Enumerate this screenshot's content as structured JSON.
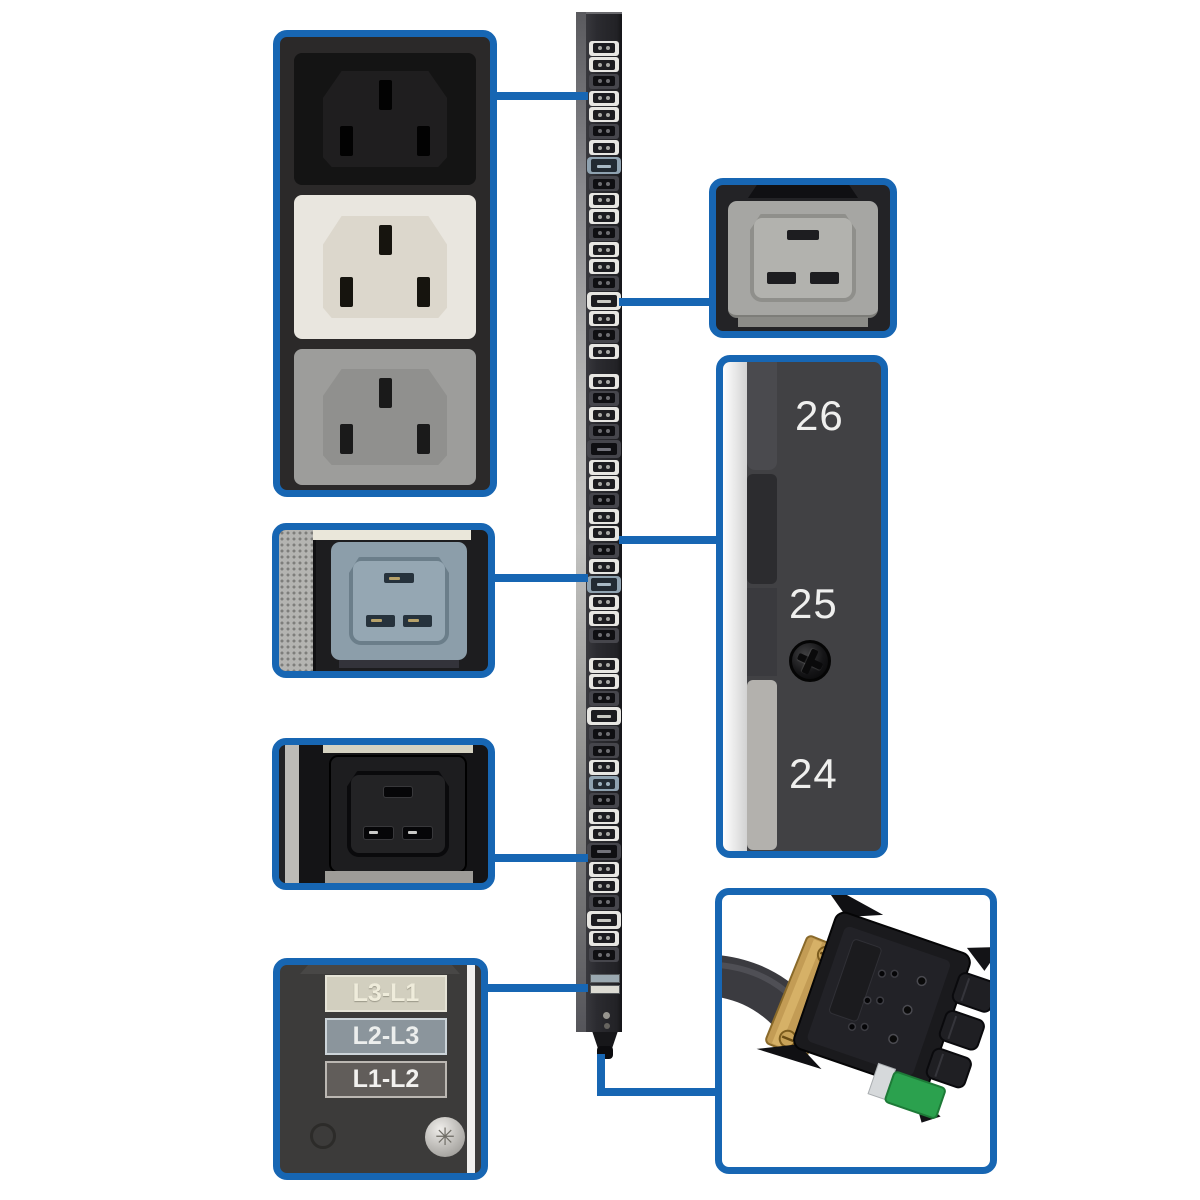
{
  "colors": {
    "callout_blue": "#1766b3",
    "strip_body": "#2b2b30",
    "green_fuse": "#2ba14e"
  },
  "breaker_panel": {
    "numbers": [
      "26",
      "25",
      "24"
    ]
  },
  "phase_panel": {
    "labels": [
      "L3-L1",
      "L2-L3",
      "L1-L2"
    ]
  },
  "strip": {
    "outlets": [
      "w13",
      "w13",
      "k13",
      "w13",
      "w13",
      "k13",
      "w13",
      "b19",
      "k13",
      "w13",
      "w13",
      "k13",
      "w13",
      "w13",
      "k13",
      "w19",
      "w13",
      "k13",
      "w13",
      "gap",
      "w13",
      "k13",
      "w13",
      "k13",
      "k19",
      "w13",
      "w13",
      "k13",
      "w13",
      "w13",
      "k13",
      "w13",
      "b19",
      "w13",
      "w13",
      "k13",
      "gap",
      "w13",
      "w13",
      "k13",
      "w19",
      "k13",
      "k13",
      "w13",
      "b13",
      "k13",
      "w13",
      "w13",
      "k19",
      "w13",
      "w13",
      "k13",
      "w19",
      "w13",
      "k13"
    ]
  }
}
